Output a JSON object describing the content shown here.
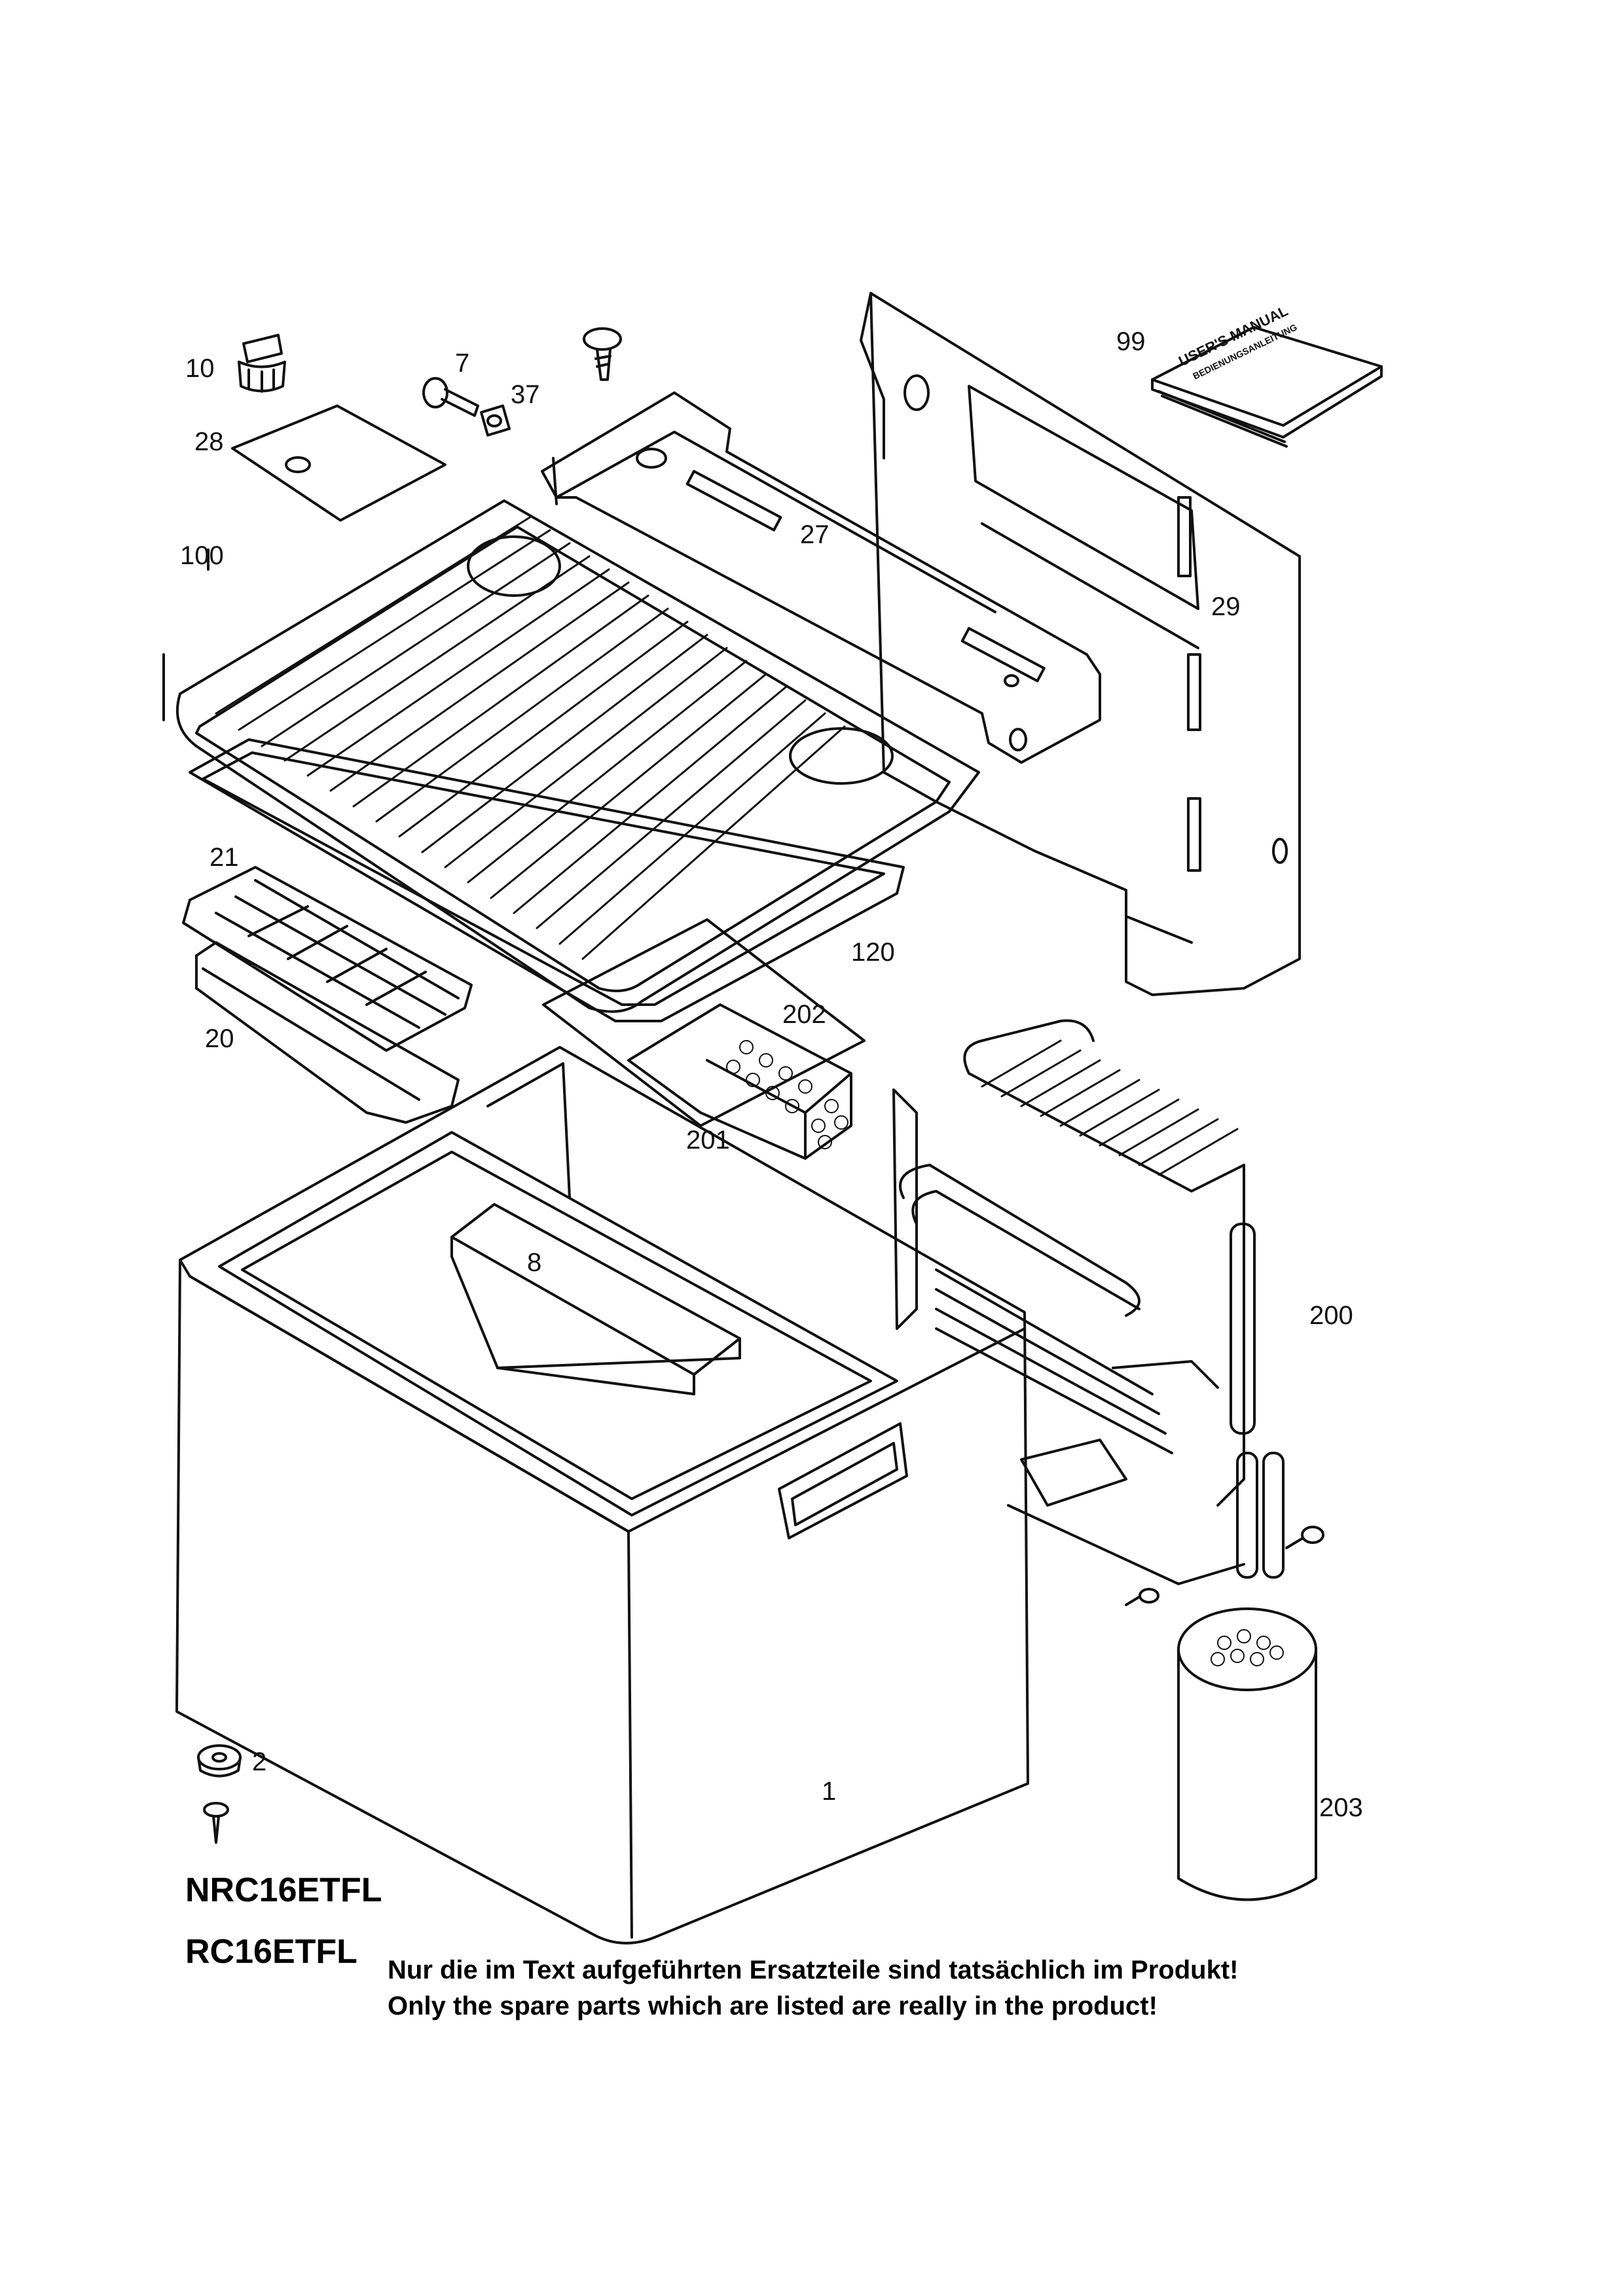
{
  "labels": {
    "p10": "10",
    "p7": "7",
    "p37": "37",
    "p28": "28",
    "p99": "99",
    "p27": "27",
    "p100": "100",
    "p29": "29",
    "p21": "21",
    "p120": "120",
    "p202": "202",
    "p20": "20",
    "p201": "201",
    "p8": "8",
    "p200": "200",
    "p2": "2",
    "p1": "1",
    "p203": "203"
  },
  "manual": {
    "cover_line1": "USER'S MANUAL",
    "cover_line2": "BEDIENUNGSANLEITUNG"
  },
  "models": {
    "model_a": "NRC16ETFL",
    "model_b": "RC16ETFL"
  },
  "notes": {
    "german": "Nur die im Text aufgeführten Ersatzteile sind tatsächlich im Produkt!",
    "english": "Only the spare parts which are listed are really in the product!"
  }
}
